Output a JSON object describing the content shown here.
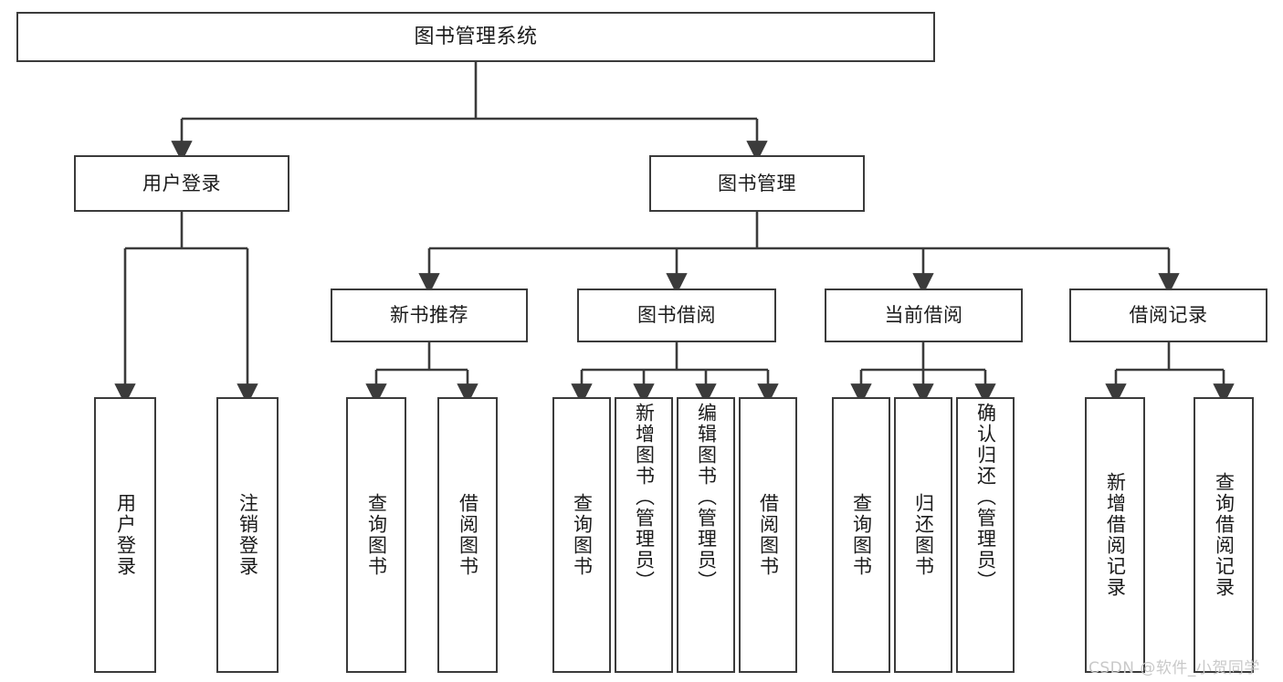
{
  "diagram": {
    "type": "tree",
    "title": "图书管理系统",
    "watermark": "CSDN @软件_小贺同学",
    "colors": {
      "box_border": "#3b3b3b",
      "box_fill": "#ffffff",
      "edge": "#3b3b3b",
      "text": "#1b1b1b",
      "watermark": "#c9c9c9",
      "background": "#ffffff"
    },
    "levels": {
      "root": {
        "label": "图书管理系统"
      },
      "level2": [
        {
          "id": "user-login",
          "label": "用户登录"
        },
        {
          "id": "book-management",
          "label": "图书管理"
        }
      ],
      "level3": [
        {
          "id": "new-book-recommend",
          "label": "新书推荐",
          "parent": "book-management"
        },
        {
          "id": "book-borrow",
          "label": "图书借阅",
          "parent": "book-management"
        },
        {
          "id": "current-borrow",
          "label": "当前借阅",
          "parent": "book-management"
        },
        {
          "id": "borrow-records",
          "label": "借阅记录",
          "parent": "book-management"
        }
      ],
      "leaves": [
        {
          "id": "leaf-user-login",
          "label": "用户登录",
          "parent": "user-login"
        },
        {
          "id": "leaf-logout",
          "label": "注销登录",
          "parent": "user-login"
        },
        {
          "id": "leaf-query-book-1",
          "label": "查询图书",
          "parent": "new-book-recommend"
        },
        {
          "id": "leaf-borrow-book-1",
          "label": "借阅图书",
          "parent": "new-book-recommend"
        },
        {
          "id": "leaf-query-book-2",
          "label": "查询图书",
          "parent": "book-borrow"
        },
        {
          "id": "leaf-add-book",
          "label": "新增图书（管理员）",
          "parent": "book-borrow"
        },
        {
          "id": "leaf-edit-book",
          "label": "编辑图书（管理员）",
          "parent": "book-borrow"
        },
        {
          "id": "leaf-borrow-book-2",
          "label": "借阅图书",
          "parent": "book-borrow"
        },
        {
          "id": "leaf-query-book-3",
          "label": "查询图书",
          "parent": "current-borrow"
        },
        {
          "id": "leaf-return-book",
          "label": "归还图书",
          "parent": "current-borrow"
        },
        {
          "id": "leaf-confirm-return",
          "label": "确认归还（管理员）",
          "parent": "current-borrow"
        },
        {
          "id": "leaf-add-record",
          "label": "新增借阅记录",
          "parent": "borrow-records"
        },
        {
          "id": "leaf-query-record",
          "label": "查询借阅记录",
          "parent": "borrow-records"
        }
      ]
    }
  }
}
